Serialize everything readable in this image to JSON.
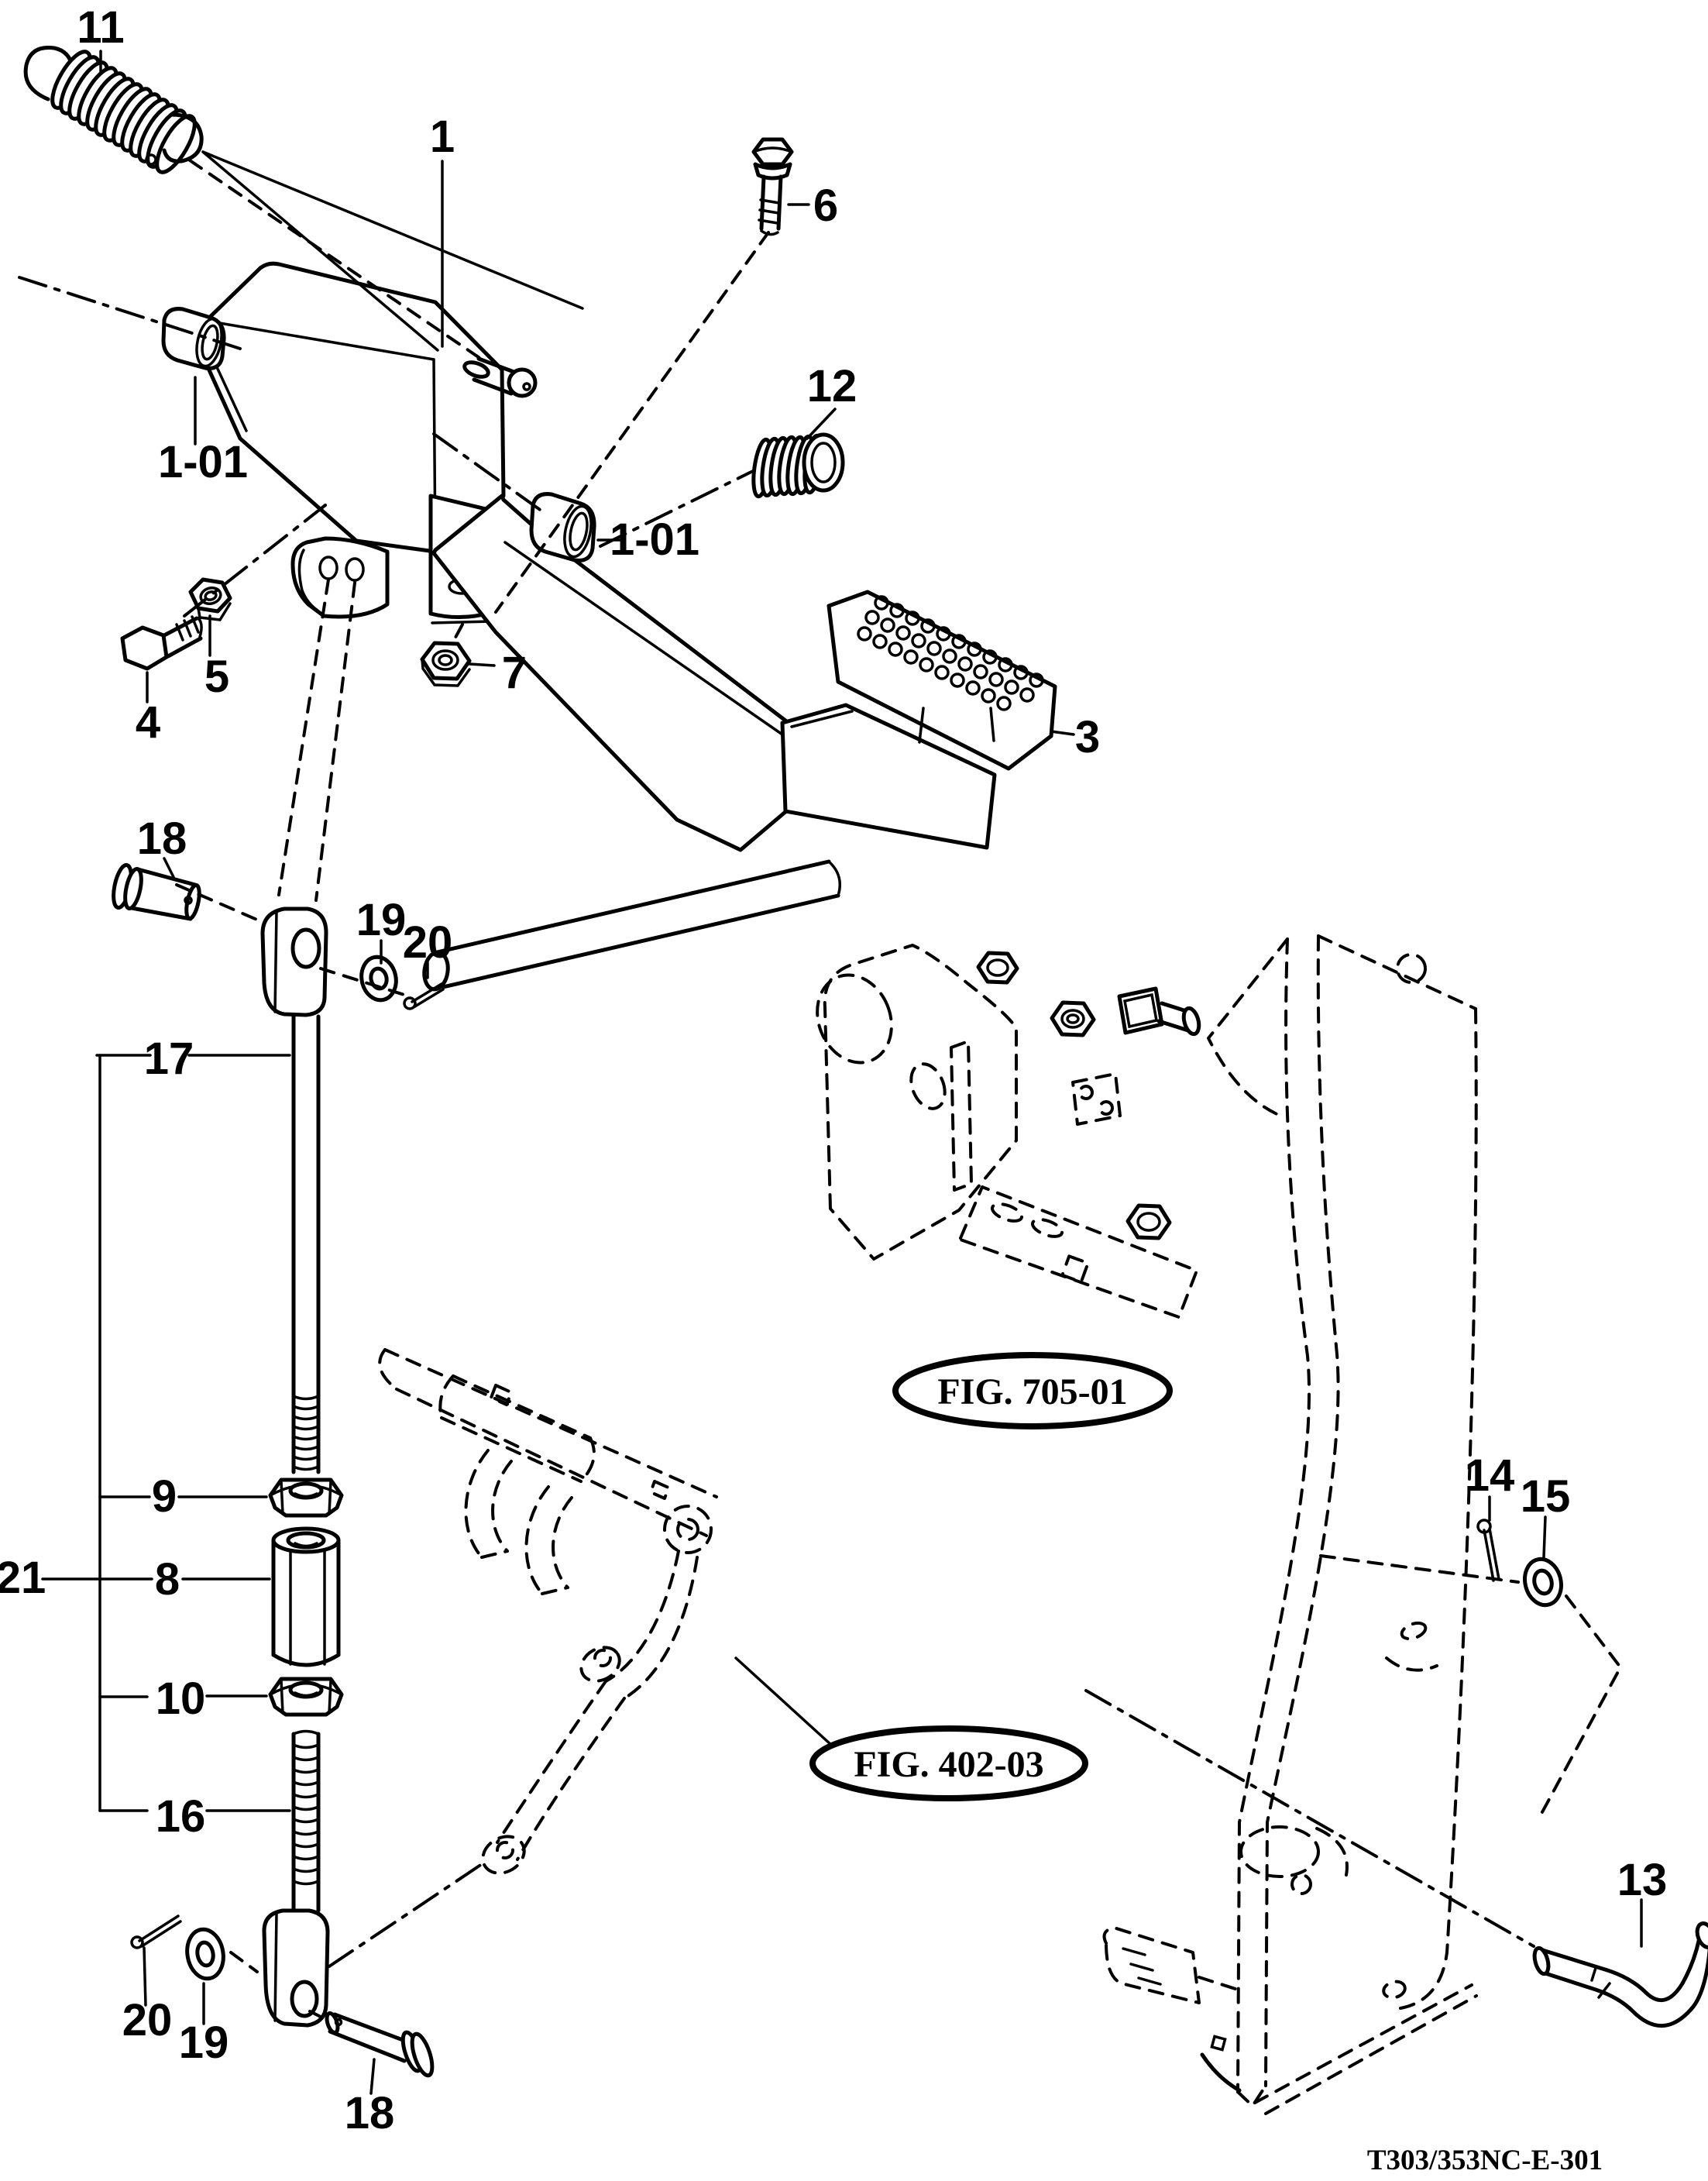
{
  "diagram": {
    "callouts": {
      "c11": "11",
      "c1": "1",
      "c6": "6",
      "c12": "12",
      "c101_left": "1-01",
      "c101_right": "1-01",
      "c4": "4",
      "c5": "5",
      "c7": "7",
      "c3": "3",
      "c18_top": "18",
      "c19_top": "19",
      "c20_top": "20",
      "c17": "17",
      "c9": "9",
      "c21": "21",
      "c8": "8",
      "c10": "10",
      "c16": "16",
      "c20_bottom": "20",
      "c19_bottom": "19",
      "c18_bottom": "18",
      "c14": "14",
      "c15": "15",
      "c13": "13"
    },
    "figure_references": {
      "fig_705_01": "FIG. 705-01",
      "fig_402_03": "FIG. 402-03"
    },
    "drawing_number": "T303/353NC-E-301",
    "colors": {
      "line": "#000000",
      "background": "#ffffff"
    }
  }
}
